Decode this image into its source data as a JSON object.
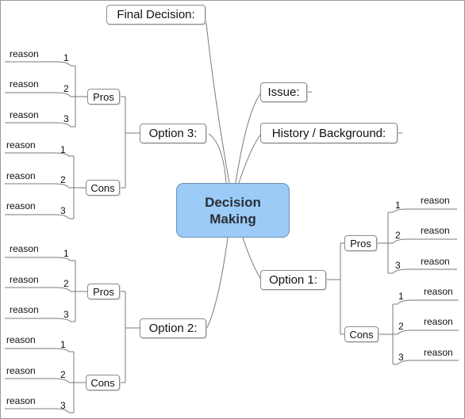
{
  "central": {
    "line1": "Decision",
    "line2": "Making"
  },
  "final_decision": "Final Decision:",
  "issue": "Issue:",
  "history": "History / Background:",
  "option1": {
    "label": "Option 1:",
    "pros": {
      "label": "Pros",
      "numbers": [
        "1",
        "2",
        "3"
      ],
      "reasons": [
        "reason",
        "reason",
        "reason"
      ]
    },
    "cons": {
      "label": "Cons",
      "numbers": [
        "1",
        "2",
        "3"
      ],
      "reasons": [
        "reason",
        "reason",
        "reason"
      ]
    }
  },
  "option2": {
    "label": "Option 2:",
    "pros": {
      "label": "Pros",
      "numbers": [
        "1",
        "2",
        "3"
      ],
      "reasons": [
        "reason",
        "reason",
        "reason"
      ]
    },
    "cons": {
      "label": "Cons",
      "numbers": [
        "1",
        "2",
        "3"
      ],
      "reasons": [
        "reason",
        "reason",
        "reason"
      ]
    }
  },
  "option3": {
    "label": "Option 3:",
    "pros": {
      "label": "Pros",
      "numbers": [
        "1",
        "2",
        "3"
      ],
      "reasons": [
        "reason",
        "reason",
        "reason"
      ]
    },
    "cons": {
      "label": "Cons",
      "numbers": [
        "1",
        "2",
        "3"
      ],
      "reasons": [
        "reason",
        "reason",
        "reason"
      ]
    }
  },
  "colors": {
    "central_fill": "#9ccbf7",
    "line": "#7a7a7a",
    "node_border": "#8c8c8c"
  }
}
